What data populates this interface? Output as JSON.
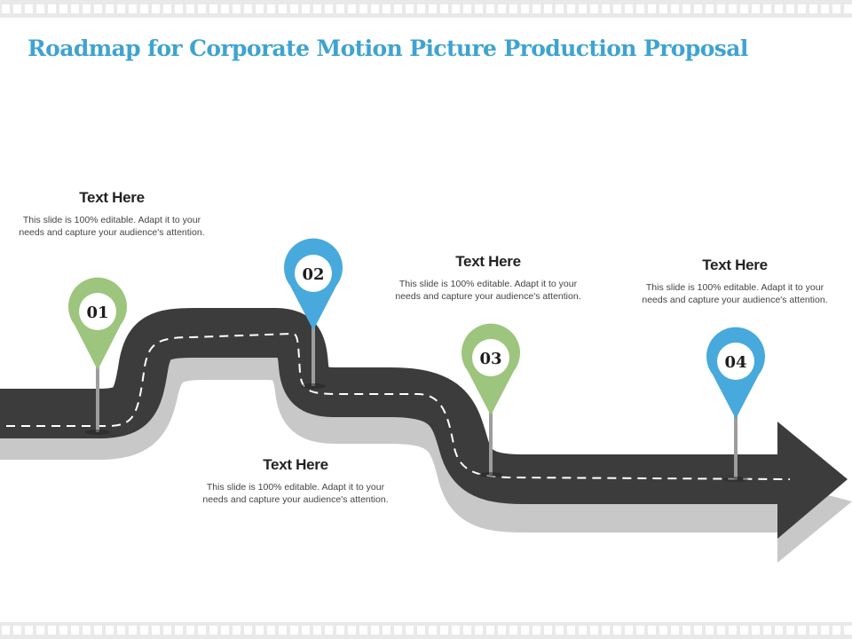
{
  "title": "Roadmap for Corporate Motion Picture Production Proposal",
  "colors": {
    "title": "#3fa3d1",
    "road": "#3c3c3c",
    "road_shadow": "#c8c8c8",
    "pin_green": "#9dc57d",
    "pin_blue": "#48a9dc"
  },
  "milestones": [
    {
      "number": "01",
      "heading": "Text Here",
      "body": "This slide is 100% editable. Adapt it to your needs and capture your audience's attention."
    },
    {
      "number": "02",
      "heading": "Text Here",
      "body": "This slide is 100% editable. Adapt it to your needs and capture your audience's attention."
    },
    {
      "number": "03",
      "heading": "Text Here",
      "body": "This slide is 100% editable. Adapt it to your needs and capture your audience's attention."
    },
    {
      "number": "04",
      "heading": "Text Here",
      "body": "This slide is 100% editable. Adapt it to your needs and capture your audience's attention."
    }
  ]
}
